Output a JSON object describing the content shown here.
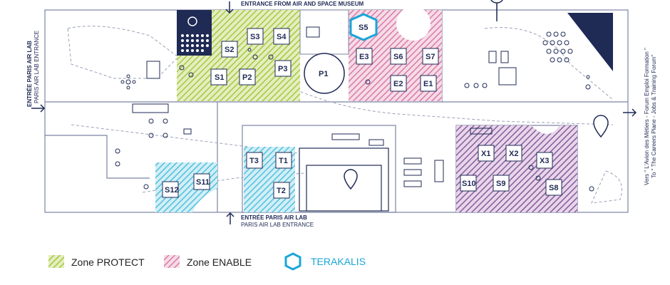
{
  "colors": {
    "protect": "#b6cf56",
    "enable": "#d97aa5",
    "enable_violet": "#8a5a9a",
    "terakalis": "#1aa6d8",
    "navy": "#1f2a55",
    "cyan_zone": "#4fc1de"
  },
  "entrances": {
    "top": "ENTRANCE FROM AIR AND SPACE MUSEUM",
    "bottom_fr": "ENTRÉE PARIS AIR LAB",
    "bottom_en": "PARIS AIR LAB ENTRANCE",
    "left_fr": "ENTRÉE PARIS AIR LAB",
    "left_en": "PARIS AIR LAB ENTRANCE",
    "right_fr": "Vers \" L'Avion des Métiers - Forum Emploi Formation \"",
    "right_en": "To \" The Careers Plane - Jobs & Training Forum\""
  },
  "stands": {
    "S1": "S1",
    "S2": "S2",
    "S3": "S3",
    "S4": "S4",
    "P2": "P2",
    "P3": "P3",
    "P1": "P1",
    "S5": "S5",
    "E3": "E3",
    "S6": "S6",
    "S7": "S7",
    "E2": "E2",
    "E1": "E1",
    "T1": "T1",
    "T2": "T2",
    "T3": "T3",
    "S11": "S11",
    "S12": "S12",
    "X1": "X1",
    "X2": "X2",
    "X3": "X3",
    "S8": "S8",
    "S9": "S9",
    "S10": "S10"
  },
  "legend": {
    "protect": "Zone PROTECT",
    "enable": "Zone ENABLE",
    "terakalis": "TERAKALIS"
  },
  "icons": {
    "arrows": "arrow-icon",
    "pins": "map-pin-icon",
    "seating": "table-cluster-icon",
    "terakalis": "hexagon-icon"
  }
}
